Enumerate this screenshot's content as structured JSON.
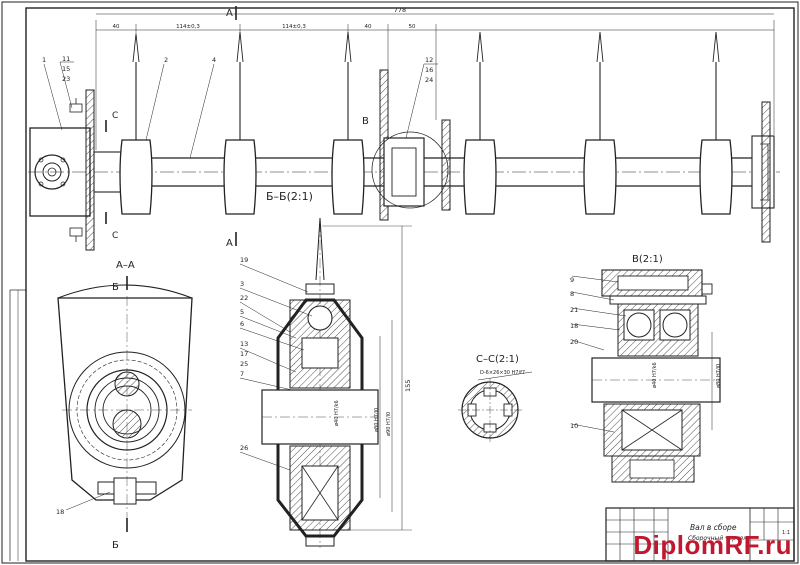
{
  "drawing": {
    "overall_dim": "778",
    "dims_top": [
      "40",
      "114±0,3",
      "114±0,3",
      "40",
      "50"
    ],
    "section_aa_top": "А",
    "section_aa_bottom": "А",
    "section_c_top": "С",
    "section_c_bottom": "С",
    "label_bb": "Б–Б(2:1)",
    "label_aa": "А–А",
    "label_b_top": "Б",
    "label_b_bottom": "Б",
    "label_v": "В(2:1)",
    "label_v_marker": "В",
    "label_cc": "С–С(2:1)",
    "cc_spline": "D-6×26×30 H7/f7",
    "leaders_main": [
      "1",
      "11",
      "15",
      "23",
      "2",
      "4",
      "12",
      "16",
      "24"
    ],
    "leaders_bb": [
      "19",
      "3",
      "22",
      "5",
      "6",
      "13",
      "17",
      "25",
      "7",
      "26"
    ],
    "leader_aa": "18",
    "leaders_v": [
      "9",
      "8",
      "21",
      "18",
      "20",
      "10"
    ],
    "bb_dim_vertical": "155",
    "bb_fits": [
      "ø40 H7/k6",
      "ø80 H7/l0",
      "ø90 H7/l0"
    ],
    "v_fits": [
      "ø40 H7/k6",
      "ø80 H7/l0"
    ],
    "title_block": {
      "name": "Вал в сборе",
      "subtitle": "Сборочный чертеж",
      "sheet": "1:1"
    }
  },
  "watermark": {
    "text": "DiplomRF.ru"
  }
}
